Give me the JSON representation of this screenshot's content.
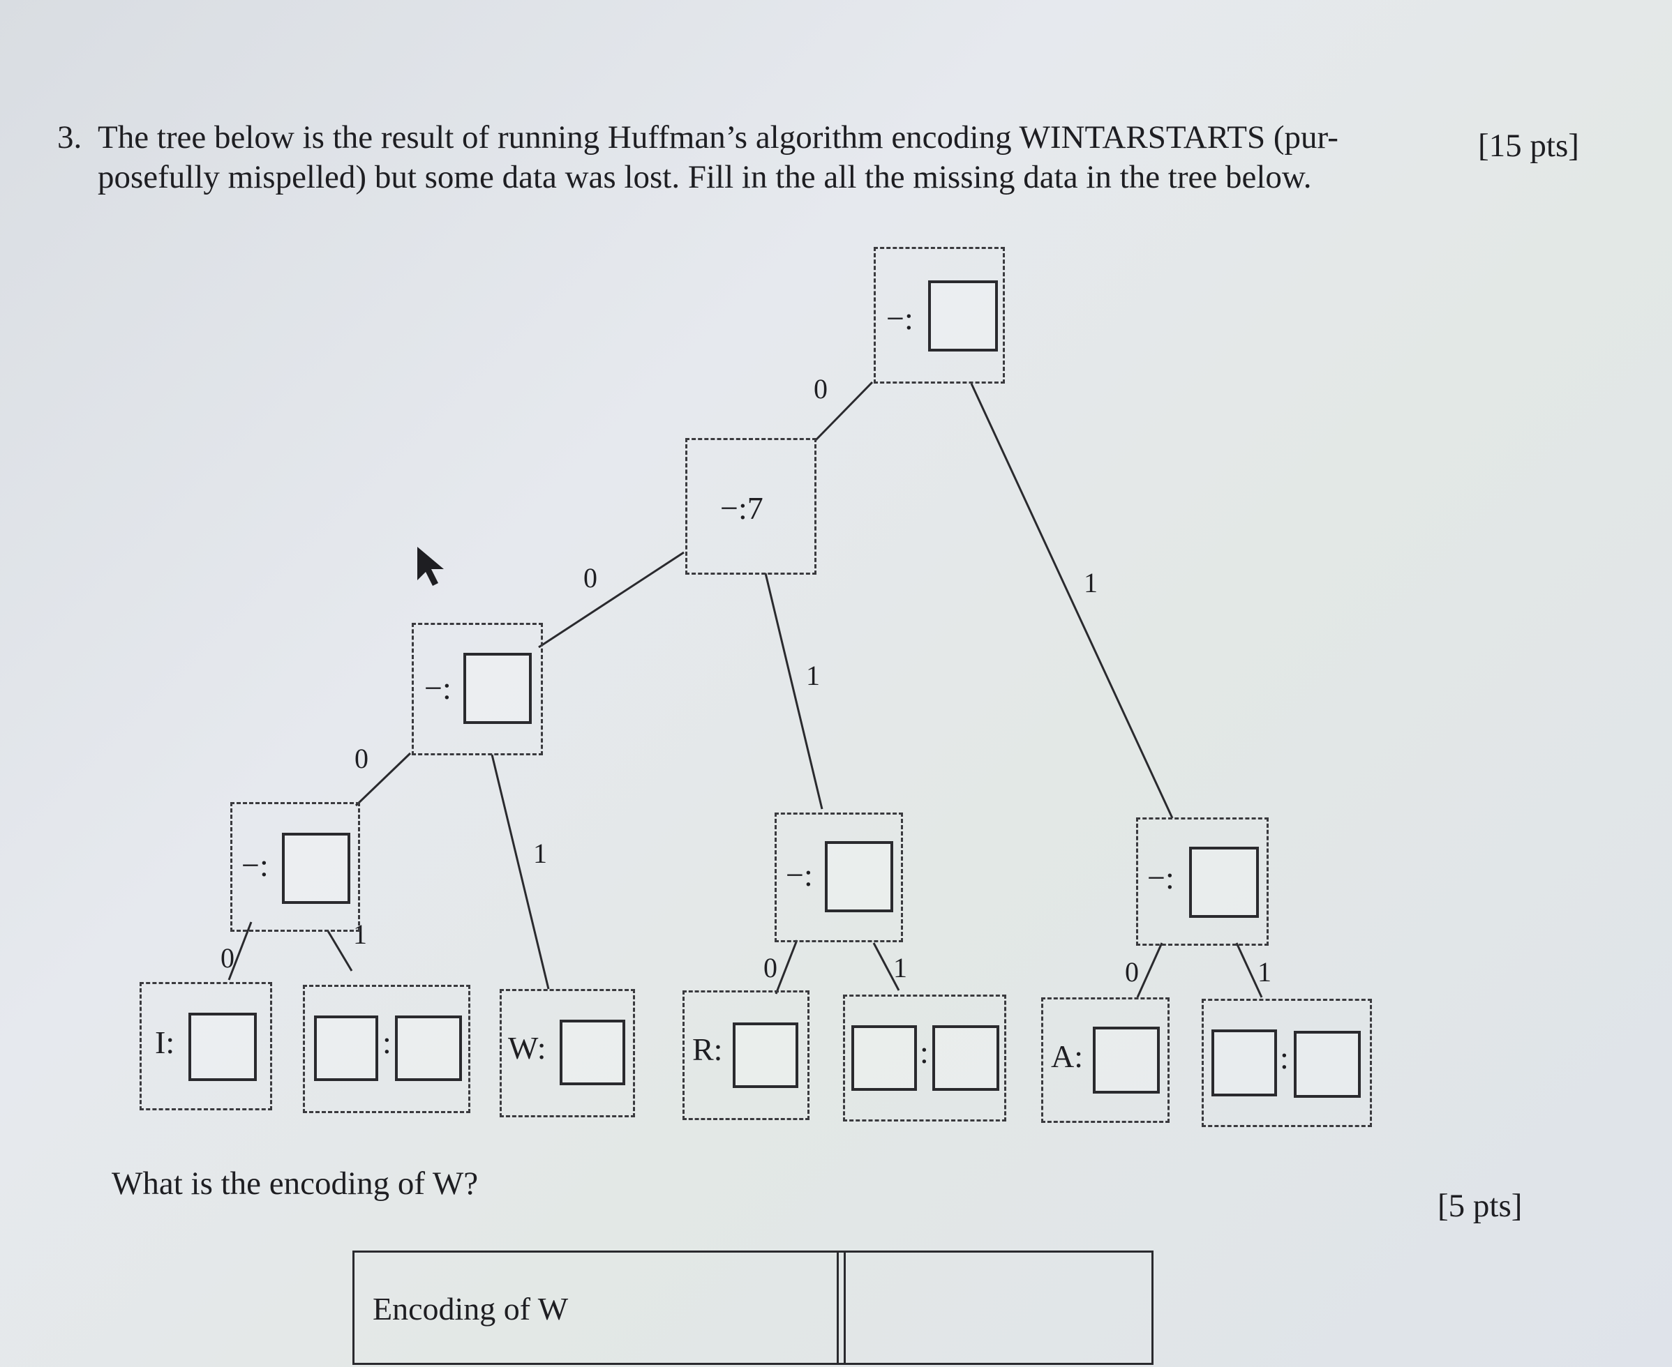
{
  "question": {
    "number": "3.",
    "line1": "The tree below is the result of running Huffman’s algorithm encoding WINTARSTARTS (pur-",
    "line2": "posefully mispelled) but some data was lost. Fill in the all the missing data in the tree below.",
    "points": "[15 pts]"
  },
  "tree": {
    "root": {
      "label": "−:"
    },
    "n_left": {
      "label": "−:7"
    },
    "n_ll": {
      "label": "−:"
    },
    "n_lll": {
      "label": "−:"
    },
    "n_lr": {
      "label": "−:"
    },
    "n_r": {
      "label": "−:"
    },
    "leaf_i": {
      "label": "I:"
    },
    "leaf_q": {
      "label": ":"
    },
    "leaf_w": {
      "label": "W:"
    },
    "leaf_r": {
      "label": "R:"
    },
    "leaf_q2": {
      "label": ":"
    },
    "leaf_a": {
      "label": "A:"
    },
    "leaf_q3": {
      "label": ":"
    },
    "edges": {
      "root_left": "0",
      "root_right": "1",
      "left_left": "0",
      "left_right": "1",
      "ll_left": "0",
      "ll_right": "1",
      "lll_left": "0",
      "lll_right": "1",
      "lr_left": "0",
      "lr_right": "1",
      "r_left": "0",
      "r_right": "1"
    }
  },
  "subquestion": {
    "text": "What is the encoding of W?",
    "points": "[5 pts]",
    "table_label": "Encoding of W"
  }
}
